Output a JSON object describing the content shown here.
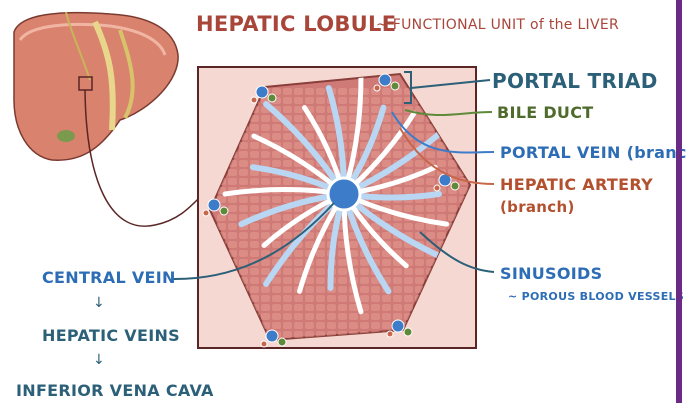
{
  "diagram": {
    "title": "HEPATIC LOBULE",
    "subtitle": "~ FUNCTIONAL UNIT of the LIVER",
    "labels": {
      "portal_triad": "PORTAL TRIAD",
      "bile_duct": "BILE DUCT",
      "portal_vein": "PORTAL VEIN (branch)",
      "hepatic_artery": "HEPATIC ARTERY",
      "hepatic_artery_sub": "(branch)",
      "sinusoids": "SINUSOIDS",
      "sinusoids_sub": "~ POROUS BLOOD VESSELS",
      "central_vein": "CENTRAL VEIN",
      "hepatic_veins": "HEPATIC VEINS",
      "ivc": "INFERIOR VENA CAVA",
      "arrow": "↓"
    },
    "colors": {
      "title": "#a8463a",
      "portal_vein": "#3d7cc9",
      "bile_duct": "#5f8a3a",
      "hepatic_artery": "#c7664a",
      "liver": "#d9826e",
      "tissue": "#cf7a76",
      "box_border": "#5a2525",
      "purple_bar": "#6a2a86"
    }
  }
}
